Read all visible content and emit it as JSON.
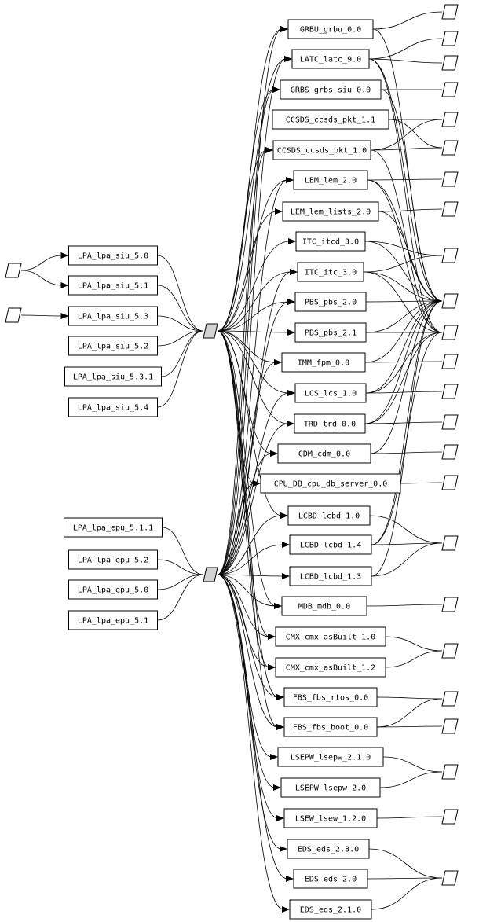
{
  "nodes": {
    "in_1": "",
    "in_2": "",
    "lpa_siu_5_0": "LPA_lpa_siu_5.0",
    "lpa_siu_5_1": "LPA_lpa_siu_5.1",
    "lpa_siu_5_3": "LPA_lpa_siu_5.3",
    "lpa_siu_5_2": "LPA_lpa_siu_5.2",
    "lpa_siu_5_3_1": "LPA_lpa_siu_5.3.1",
    "lpa_siu_5_4": "LPA_lpa_siu_5.4",
    "lpa_epu_5_1_1": "LPA_lpa_epu_5.1.1",
    "lpa_epu_5_2": "LPA_lpa_epu_5.2",
    "lpa_epu_5_0": "LPA_lpa_epu_5.0",
    "lpa_epu_5_1": "LPA_lpa_epu_5.1",
    "hub_siu": "",
    "hub_epu": "",
    "grbu": "GRBU_grbu_0.0",
    "latc": "LATC_latc_9.0",
    "grbs": "GRBS_grbs_siu_0.0",
    "ccsds11": "CCSDS_ccsds_pkt_1.1",
    "ccsds10": "CCSDS_ccsds_pkt_1.0",
    "lem": "LEM_lem_2.0",
    "lemlists": "LEM_lem_lists_2.0",
    "itcd": "ITC_itcd_3.0",
    "itc": "ITC_itc_3.0",
    "pbs20": "PBS_pbs_2.0",
    "pbs21": "PBS_pbs_2.1",
    "imm": "IMM_fpm_0.0",
    "lcs": "LCS_lcs_1.0",
    "trd": "TRD_trd_0.0",
    "cdm": "CDM_cdm_0.0",
    "cpudb": "CPU_DB_cpu_db_server_0.0",
    "lcbd10": "LCBD_lcbd_1.0",
    "lcbd14": "LCBD_lcbd_1.4",
    "lcbd13": "LCBD_lcbd_1.3",
    "mdb": "MDB_mdb_0.0",
    "cmx10": "CMX_cmx_asBuilt_1.0",
    "cmx12": "CMX_cmx_asBuilt_1.2",
    "fbsrtos": "FBS_fbs_rtos_0.0",
    "fbsboot": "FBS_fbs_boot_0.0",
    "lsepw210": "LSEPW_lsepw_2.1.0",
    "lsepw20": "LSEPW_lsepw_2.0",
    "lsew": "LSEW_lsew_1.2.0",
    "eds230": "EDS_eds_2.3.0",
    "eds20": "EDS_eds_2.0",
    "eds210": "EDS_eds_2.1.0",
    "r1": "",
    "r2": "",
    "r3": "",
    "r4": "",
    "r5": "",
    "r6": "",
    "r7": "",
    "r8": "",
    "r9": "",
    "r10": "",
    "r11": "",
    "r12": "",
    "r13": "",
    "r14": "",
    "r15": "",
    "r16": "",
    "r17": "",
    "r18": "",
    "r19": "",
    "r20": "",
    "r21": "",
    "r22": "",
    "r23": "",
    "r24": "",
    "r25": "",
    "r26": "",
    "r27": ""
  },
  "edges": [
    [
      "in_1",
      "lpa_siu_5_0"
    ],
    [
      "in_1",
      "lpa_siu_5_1"
    ],
    [
      "in_2",
      "lpa_siu_5_3"
    ],
    [
      "lpa_siu_5_0",
      "hub_siu"
    ],
    [
      "lpa_siu_5_1",
      "hub_siu"
    ],
    [
      "lpa_siu_5_3",
      "hub_siu"
    ],
    [
      "lpa_siu_5_2",
      "hub_siu"
    ],
    [
      "lpa_siu_5_3_1",
      "hub_siu"
    ],
    [
      "lpa_siu_5_4",
      "hub_siu"
    ],
    [
      "lpa_epu_5_1_1",
      "hub_epu"
    ],
    [
      "lpa_epu_5_2",
      "hub_epu"
    ],
    [
      "lpa_epu_5_0",
      "hub_epu"
    ],
    [
      "lpa_epu_5_1",
      "hub_epu"
    ],
    [
      "hub_siu",
      "grbu"
    ],
    [
      "hub_siu",
      "latc"
    ],
    [
      "hub_siu",
      "grbs"
    ],
    [
      "hub_siu",
      "ccsds10"
    ],
    [
      "hub_siu",
      "lem"
    ],
    [
      "hub_siu",
      "lemlists"
    ],
    [
      "hub_siu",
      "itcd"
    ],
    [
      "hub_siu",
      "itc"
    ],
    [
      "hub_siu",
      "pbs20"
    ],
    [
      "hub_siu",
      "pbs21"
    ],
    [
      "hub_siu",
      "imm"
    ],
    [
      "hub_siu",
      "lcs"
    ],
    [
      "hub_siu",
      "trd"
    ],
    [
      "hub_siu",
      "cdm"
    ],
    [
      "hub_siu",
      "cpudb"
    ],
    [
      "hub_siu",
      "lcbd10"
    ],
    [
      "hub_siu",
      "mdb"
    ],
    [
      "hub_siu",
      "cmx10"
    ],
    [
      "hub_siu",
      "cmx12"
    ],
    [
      "hub_siu",
      "fbsrtos"
    ],
    [
      "hub_siu",
      "fbsboot"
    ],
    [
      "hub_epu",
      "grbu"
    ],
    [
      "hub_epu",
      "latc"
    ],
    [
      "hub_epu",
      "grbs"
    ],
    [
      "hub_epu",
      "ccsds10"
    ],
    [
      "hub_epu",
      "lem"
    ],
    [
      "hub_epu",
      "itc"
    ],
    [
      "hub_epu",
      "pbs20"
    ],
    [
      "hub_epu",
      "imm"
    ],
    [
      "hub_epu",
      "lcs"
    ],
    [
      "hub_epu",
      "trd"
    ],
    [
      "hub_epu",
      "cdm"
    ],
    [
      "hub_epu",
      "cpudb"
    ],
    [
      "hub_epu",
      "lcbd10"
    ],
    [
      "hub_epu",
      "lcbd14"
    ],
    [
      "hub_epu",
      "lcbd13"
    ],
    [
      "hub_epu",
      "mdb"
    ],
    [
      "hub_epu",
      "cmx10"
    ],
    [
      "hub_epu",
      "cmx12"
    ],
    [
      "hub_epu",
      "fbsrtos"
    ],
    [
      "hub_epu",
      "fbsboot"
    ],
    [
      "hub_epu",
      "lsepw210"
    ],
    [
      "hub_epu",
      "lsepw20"
    ],
    [
      "hub_epu",
      "lsew"
    ],
    [
      "hub_epu",
      "eds230"
    ],
    [
      "hub_epu",
      "eds20"
    ],
    [
      "hub_epu",
      "eds210"
    ],
    [
      "grbu",
      "r1"
    ],
    [
      "grbu",
      "r10"
    ],
    [
      "latc",
      "r2"
    ],
    [
      "latc",
      "r3"
    ],
    [
      "latc",
      "r10"
    ],
    [
      "latc",
      "r11"
    ],
    [
      "grbs",
      "r4"
    ],
    [
      "grbs",
      "r10"
    ],
    [
      "ccsds11",
      "r5"
    ],
    [
      "ccsds11",
      "r6"
    ],
    [
      "ccsds10",
      "r5"
    ],
    [
      "ccsds10",
      "r6"
    ],
    [
      "ccsds10",
      "r11"
    ],
    [
      "lem",
      "r7"
    ],
    [
      "lem",
      "r10"
    ],
    [
      "lem",
      "r11"
    ],
    [
      "lemlists",
      "r8"
    ],
    [
      "lemlists",
      "r10"
    ],
    [
      "itcd",
      "r9"
    ],
    [
      "itcd",
      "r10"
    ],
    [
      "itc",
      "r9"
    ],
    [
      "itc",
      "r10"
    ],
    [
      "itc",
      "r11"
    ],
    [
      "pbs20",
      "r10"
    ],
    [
      "pbs21",
      "r10"
    ],
    [
      "pbs21",
      "r11"
    ],
    [
      "imm",
      "r12"
    ],
    [
      "imm",
      "r10"
    ],
    [
      "lcs",
      "r13"
    ],
    [
      "lcs",
      "r10"
    ],
    [
      "lcs",
      "r11"
    ],
    [
      "trd",
      "r14"
    ],
    [
      "trd",
      "r10"
    ],
    [
      "trd",
      "r11"
    ],
    [
      "cdm",
      "r15"
    ],
    [
      "cdm",
      "r10"
    ],
    [
      "cpudb",
      "r16"
    ],
    [
      "lcbd10",
      "r17"
    ],
    [
      "lcbd14",
      "r17"
    ],
    [
      "lcbd14",
      "r10"
    ],
    [
      "lcbd14",
      "r11"
    ],
    [
      "lcbd13",
      "r17"
    ],
    [
      "lcbd13",
      "r10"
    ],
    [
      "mdb",
      "r18"
    ],
    [
      "cmx10",
      "r19"
    ],
    [
      "cmx12",
      "r19"
    ],
    [
      "fbsrtos",
      "r20"
    ],
    [
      "fbsboot",
      "r20"
    ],
    [
      "fbsboot",
      "r21"
    ],
    [
      "lsepw210",
      "r22"
    ],
    [
      "lsepw20",
      "r22"
    ],
    [
      "lsew",
      "r23"
    ],
    [
      "eds230",
      "r24"
    ],
    [
      "eds20",
      "r24"
    ],
    [
      "eds210",
      "r24"
    ]
  ]
}
